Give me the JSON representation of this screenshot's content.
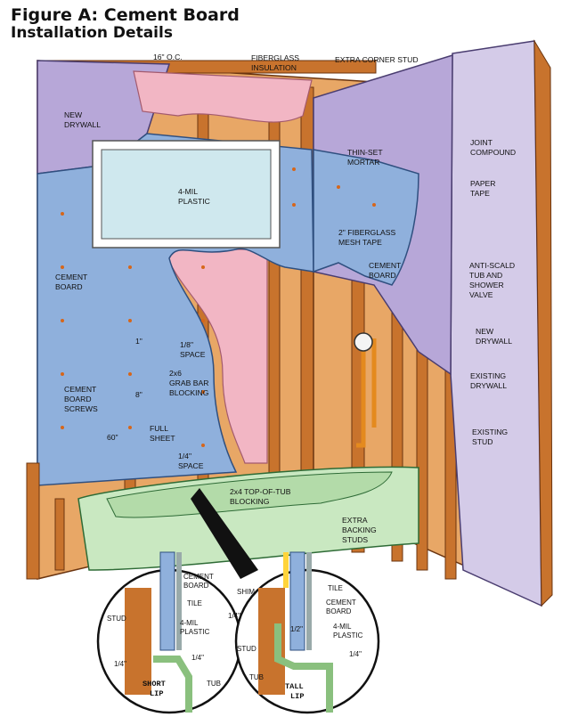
{
  "figure": {
    "title_line1": "Figure A: Cement Board",
    "title_line2": "Installation Details"
  },
  "labels": {
    "oc_spacing": "16\" O.C.",
    "fiberglass_insulation_1": "FIBERGLASS",
    "fiberglass_insulation_2": "INSULATION",
    "extra_corner_stud": "EXTRA CORNER STUD",
    "new_drywall_left_1": "NEW",
    "new_drywall_left_2": "DRYWALL",
    "joint_compound_1": "JOINT",
    "joint_compound_2": "COMPOUND",
    "thinset_mortar_1": "THIN-SET",
    "thinset_mortar_2": "MORTAR",
    "paper_tape_1": "PAPER",
    "paper_tape_2": "TAPE",
    "four_mil_plastic_1": "4-MIL",
    "four_mil_plastic_2": "PLASTIC",
    "mesh_tape_1": "2\" FIBERGLASS",
    "mesh_tape_2": "MESH TAPE",
    "cement_board_right_1": "CEMENT",
    "cement_board_right_2": "BOARD",
    "valve_1": "ANTI-SCALD",
    "valve_2": "TUB AND",
    "valve_3": "SHOWER",
    "valve_4": "VALVE",
    "cement_board_left_1": "CEMENT",
    "cement_board_left_2": "BOARD",
    "new_drywall_right_1": "NEW",
    "new_drywall_right_2": "DRYWALL",
    "one_inch": "1\"",
    "eighth_space_1": "1/8\"",
    "eighth_space_2": "SPACE",
    "existing_drywall_1": "EXISTING",
    "existing_drywall_2": "DRYWALL",
    "grab_bar_1": "2x6",
    "grab_bar_2": "GRAB BAR",
    "grab_bar_3": "BLOCKING",
    "screws_1": "CEMENT",
    "screws_2": "BOARD",
    "screws_3": "SCREWS",
    "eight_inch": "8\"",
    "full_sheet_1": "FULL",
    "full_sheet_2": "SHEET",
    "existing_stud_1": "EXISTING",
    "existing_stud_2": "STUD",
    "sixty_inch": "60\"",
    "quarter_space_1": "1/4\"",
    "quarter_space_2": "SPACE",
    "tub_blocking_1": "2x4 TOP-OF-TUB",
    "tub_blocking_2": "BLOCKING",
    "backing_studs_1": "EXTRA",
    "backing_studs_2": "BACKING",
    "backing_studs_3": "STUDS"
  },
  "detail_short": {
    "cement_board_1": "CEMENT",
    "cement_board_2": "BOARD",
    "tile": "TILE",
    "stud": "STUD",
    "plastic_1": "4-MIL",
    "plastic_2": "PLASTIC",
    "gap_a": "1/4\"",
    "gap_b": "1/4\"",
    "lip_1": "SHORT",
    "lip_2": "LIP",
    "tub": "TUB"
  },
  "detail_tall": {
    "shim": "SHIM",
    "tile": "TILE",
    "gap_a": "1/4\"",
    "cement_board_1": "CEMENT",
    "cement_board_2": "BOARD",
    "half_inch": "1/2\"",
    "plastic_1": "4-MIL",
    "plastic_2": "PLASTIC",
    "stud": "STUD",
    "gap_b": "1/4\"",
    "tub": "TUB",
    "lip_1": "TALL",
    "lip_2": "LIP"
  },
  "colors": {
    "cement_board": "#8fb0dc",
    "drywall": "#b7a7d8",
    "existing_drywall": "#d4cbe8",
    "insulation": "#f2b6c4",
    "wood": "#c8732d",
    "tub": "#c9e8c1",
    "pipe": "#e48a1e"
  }
}
